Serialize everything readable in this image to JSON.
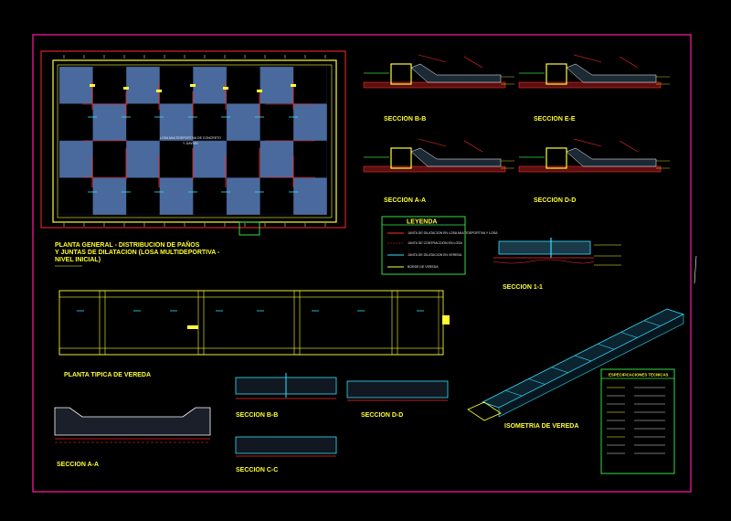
{
  "app": {
    "background": "#000000",
    "frame_color": "#e0168c"
  },
  "colors": {
    "concrete": "#4a6a9e",
    "joint": "#ff2a2a",
    "cyan": "#33e0ff",
    "yellow": "#ffff33",
    "green": "#33dd44",
    "white": "#f0f0f0"
  },
  "plan": {
    "title_lines": [
      "PLANTA GENERAL - DISTRIBUCION DE PAÑOS",
      "Y JUNTAS DE DILATACION  (LOSA MULTIDEPORTIVA -",
      "NIVEL INICIAL)"
    ],
    "center_note": "LOSA MULTIDEPORTIVA DE CONCRETO",
    "center_note_2": "Y JUNTAS"
  },
  "sections": {
    "s1": "SECCION B-B",
    "s2": "SECCION E-E",
    "s3": "SECCION A-A",
    "s4": "SECCION D-D",
    "s5": "SECCION 1-1",
    "s6": "SECCION A-A",
    "s7": "SECCION B-B",
    "s8": "SECCION D-D",
    "s9": "SECCION C-C"
  },
  "legend": {
    "title": "LEYENDA",
    "items": [
      "JUNTA DE DILATACION EN LOSA MULTIDEPORTIVA Y LOSA",
      "JUNTA DE CONTRACCION EN LOSA",
      "JUNTA DE DILATACION EN VEREDA",
      "BORDE DE VEREDA"
    ]
  },
  "vereda": {
    "plan_title": "PLANTA TIPICA DE VEREDA",
    "iso_title": "ISOMETRIA DE VEREDA"
  },
  "specs": {
    "title": "ESPECIFICACIONES TECNICAS"
  }
}
